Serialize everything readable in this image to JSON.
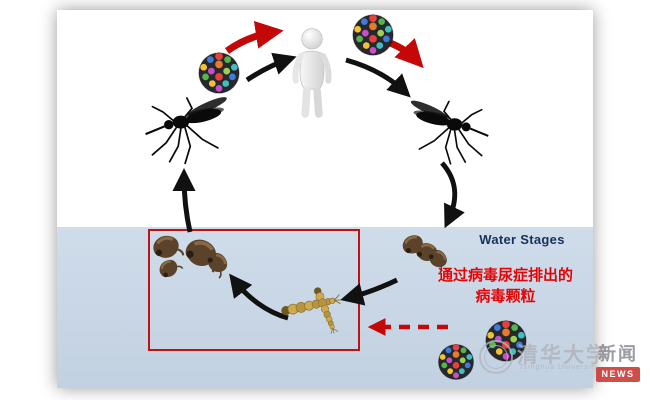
{
  "labels": {
    "water_stages": "Water Stages",
    "viruria_line1": "通过病毒尿症排出的",
    "viruria_line2": "病毒颗粒"
  },
  "watermark": {
    "university_cn": "清华大学",
    "university_en": "Tsinghua University",
    "news_cn": "新闻",
    "news_en": "NEWS"
  },
  "colors": {
    "water_band": "#c8d6e4",
    "accent_red": "#e30505",
    "water_label_navy": "#16325c",
    "arrow_black": "#111111",
    "highlight_box_red": "#bf1212"
  }
}
